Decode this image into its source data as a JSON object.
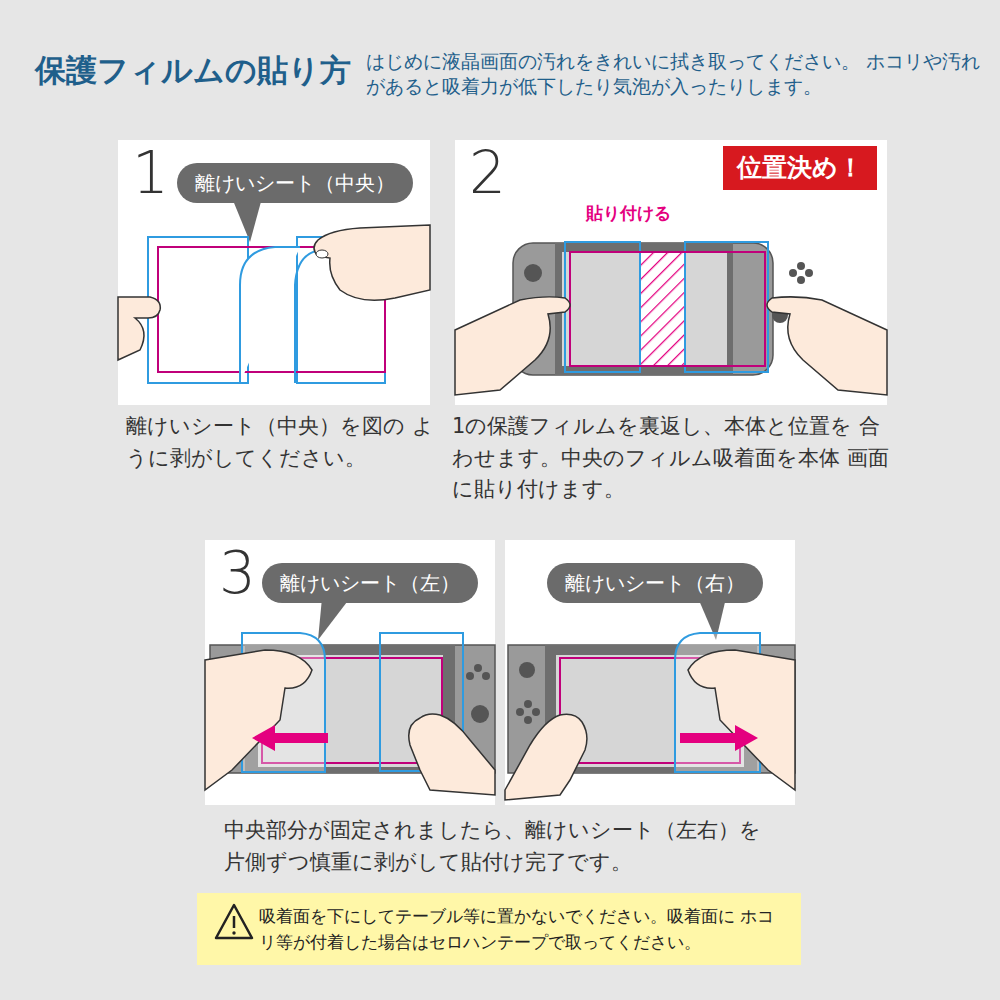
{
  "diagram": {
    "title": "保護フィルムの貼り方",
    "nodes": [
      {
        "text": [
          "1"
        ]
      },
      {
        "text": [
          "離けいシート（中央）"
        ],
        "in": 0
      },
      {
        "text": [
          "2"
        ]
      },
      {
        "text": [
          "位置決め！"
        ],
        "in": 2
      },
      {
        "text": [
          "3"
        ]
      },
      {
        "text": [
          "離けいシート（左）"
        ],
        "in": 4
      },
      {
        "text": [
          "離けいシート（右）"
        ]
      },
      {
        "text": [
          "吸着面を下にしてテーブル等に置かないでください。吸着面に ホコリ等が付着した場合はセロハンテープで取ってください。"
        ]
      }
    ],
    "labels": [
      "はじめに液晶画面の汚れをきれいに拭き取ってください。 ホコリや汚れがあると吸着力が低下したり気泡が入ったりします。",
      "離けいシート（中央）を図の ように剥がしてください。",
      "貼り付ける",
      "1の保護フィルムを裏返し、本体と位置を 合わせます。中央のフィルム吸着面を本体 画面に貼り付けます。",
      "中央部分が固定されましたら、離けいシート（左右）を 片側ずつ慎重に剥がして貼付け完了です。"
    ]
  }
}
